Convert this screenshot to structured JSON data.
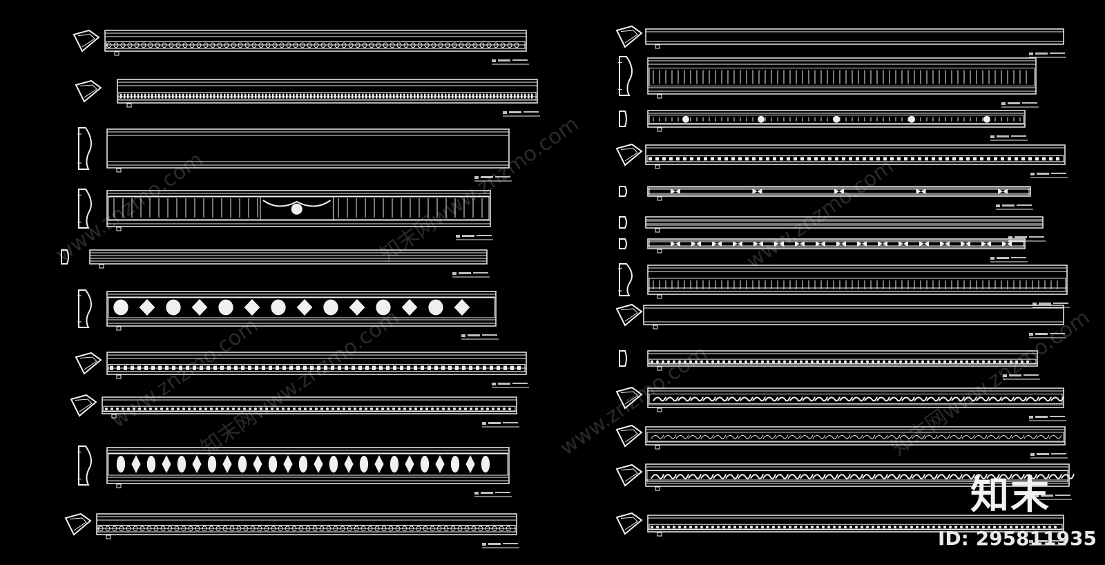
{
  "brand": {
    "logo_text": "知末",
    "id_text": "ID: 295811935",
    "watermark_url": "www.znzmo.com",
    "watermark_cn": "知末网"
  },
  "colors": {
    "background": "#000000",
    "line": "#f0f0f0",
    "dim": "#bfbfbf"
  },
  "left_column": [
    {
      "profile": "crown",
      "pattern": "egg-dart"
    },
    {
      "profile": "crown",
      "pattern": "dentil-fine"
    },
    {
      "profile": "tall",
      "pattern": "plain"
    },
    {
      "profile": "tall",
      "pattern": "flutes-garland"
    },
    {
      "profile": "small",
      "pattern": "plain-thin"
    },
    {
      "profile": "tall",
      "pattern": "anthemion"
    },
    {
      "profile": "crown",
      "pattern": "dentil"
    },
    {
      "profile": "crown",
      "pattern": "bead"
    },
    {
      "profile": "tall",
      "pattern": "rosette-leaf"
    },
    {
      "profile": "crown",
      "pattern": "egg-dart"
    }
  ],
  "right_column": [
    {
      "profile": "crown",
      "pattern": "plain"
    },
    {
      "profile": "tall",
      "pattern": "flutes"
    },
    {
      "profile": "small",
      "pattern": "flutes-rosette"
    },
    {
      "profile": "crown",
      "pattern": "dentil"
    },
    {
      "profile": "small",
      "pattern": "bow"
    },
    {
      "profile": "small",
      "pattern": "plain-thin"
    },
    {
      "profile": "small",
      "pattern": "leaf-band"
    },
    {
      "profile": "tall",
      "pattern": "flutes-deep"
    },
    {
      "profile": "crown",
      "pattern": "plain"
    },
    {
      "profile": "small",
      "pattern": "bead"
    },
    {
      "profile": "crown",
      "pattern": "scroll"
    },
    {
      "profile": "crown",
      "pattern": "scroll-light"
    },
    {
      "profile": "crown",
      "pattern": "scroll"
    },
    {
      "profile": "crown",
      "pattern": "bead"
    }
  ]
}
